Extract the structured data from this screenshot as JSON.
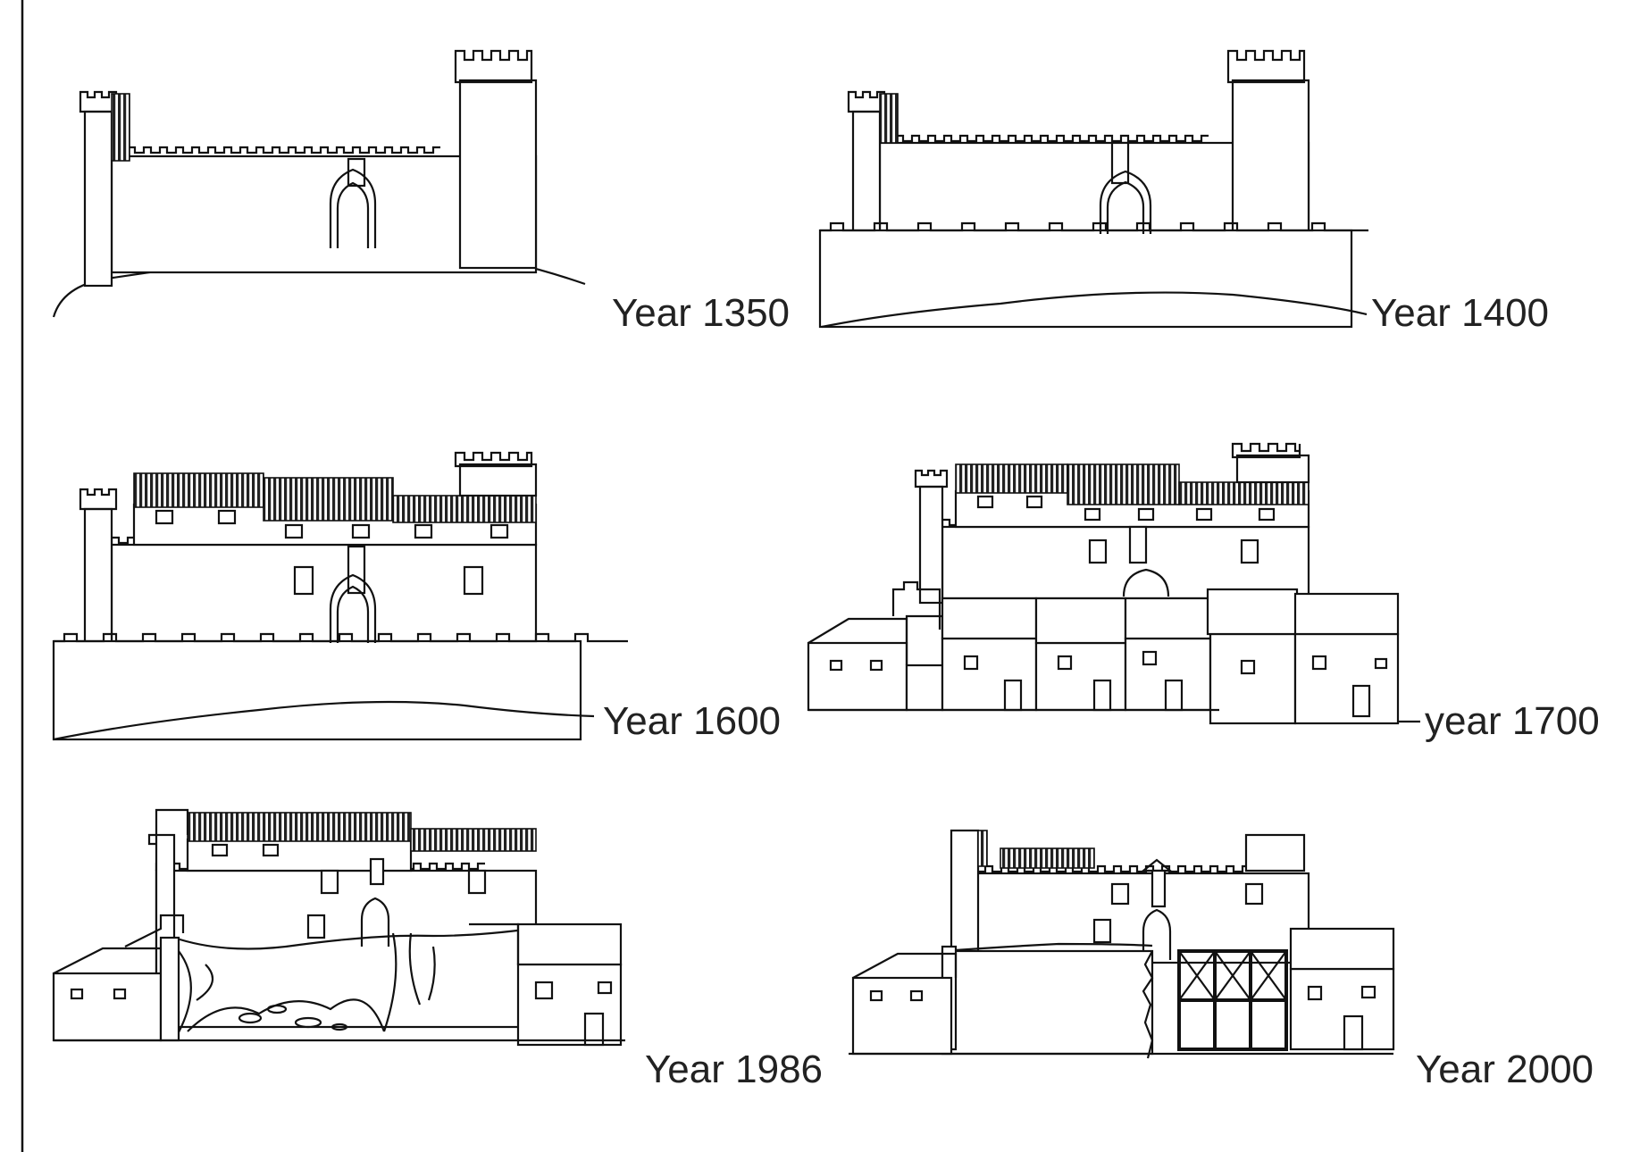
{
  "figure": {
    "panels": [
      {
        "id": "1350",
        "label": "Year 1350"
      },
      {
        "id": "1400",
        "label": "Year 1400"
      },
      {
        "id": "1600",
        "label": "Year 1600"
      },
      {
        "id": "1700",
        "label": "year 1700"
      },
      {
        "id": "1986",
        "label": "Year 1986"
      },
      {
        "id": "2000",
        "label": "Year 2000"
      }
    ]
  }
}
